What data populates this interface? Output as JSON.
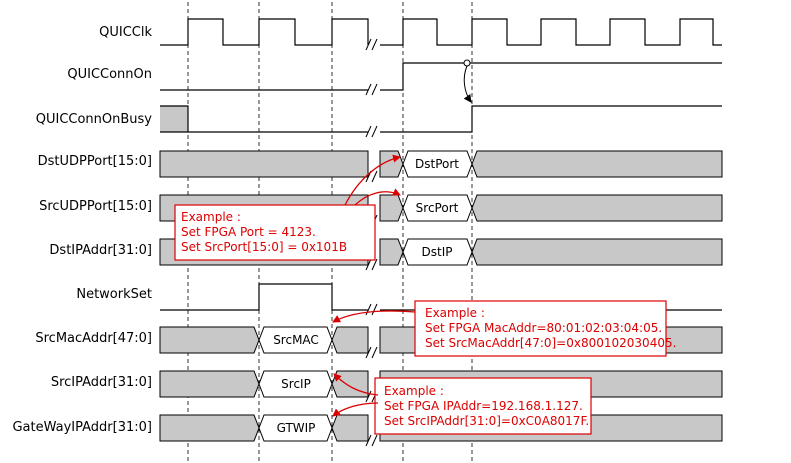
{
  "signals": {
    "quicclk": "QUICClk",
    "quicconnon": "QUICConnOn",
    "quicconnonbusy": "QUICConnOnBusy",
    "dstudpport": "DstUDPPort[15:0]",
    "srcudpport": "SrcUDPPort[15:0]",
    "dstipaddr": "DstIPAddr[31:0]",
    "networkset": "NetworkSet",
    "srcmacaddr": "SrcMacAddr[47:0]",
    "srcipaddr": "SrcIPAddr[31:0]",
    "gatewayipaddr": "GateWayIPAddr[31:0]"
  },
  "bus_values": {
    "dstport": "DstPort",
    "srcport": "SrcPort",
    "dstip": "DstIP",
    "srcmac": "SrcMAC",
    "srcip": "SrcIP",
    "gtwip": "GTWIP"
  },
  "notes": {
    "port": {
      "title": "Example :",
      "line1": "Set FPGA Port = 4123.",
      "line2": "Set SrcPort[15:0] = 0x101B"
    },
    "mac": {
      "title": "Example :",
      "line1": "Set FPGA MacAddr=80:01:02:03:04:05.",
      "line2": "Set SrcMacAddr[47:0]=0x800102030405."
    },
    "ip": {
      "title": "Example :",
      "line1": "Set FPGA IPAddr=192.168.1.127.",
      "line2": "Set SrcIPAddr[31:0]=0xC0A8017F."
    }
  },
  "colors": {
    "bus_fill": "#c8c8c8",
    "wave": "#000000",
    "note": "#dd0000"
  }
}
